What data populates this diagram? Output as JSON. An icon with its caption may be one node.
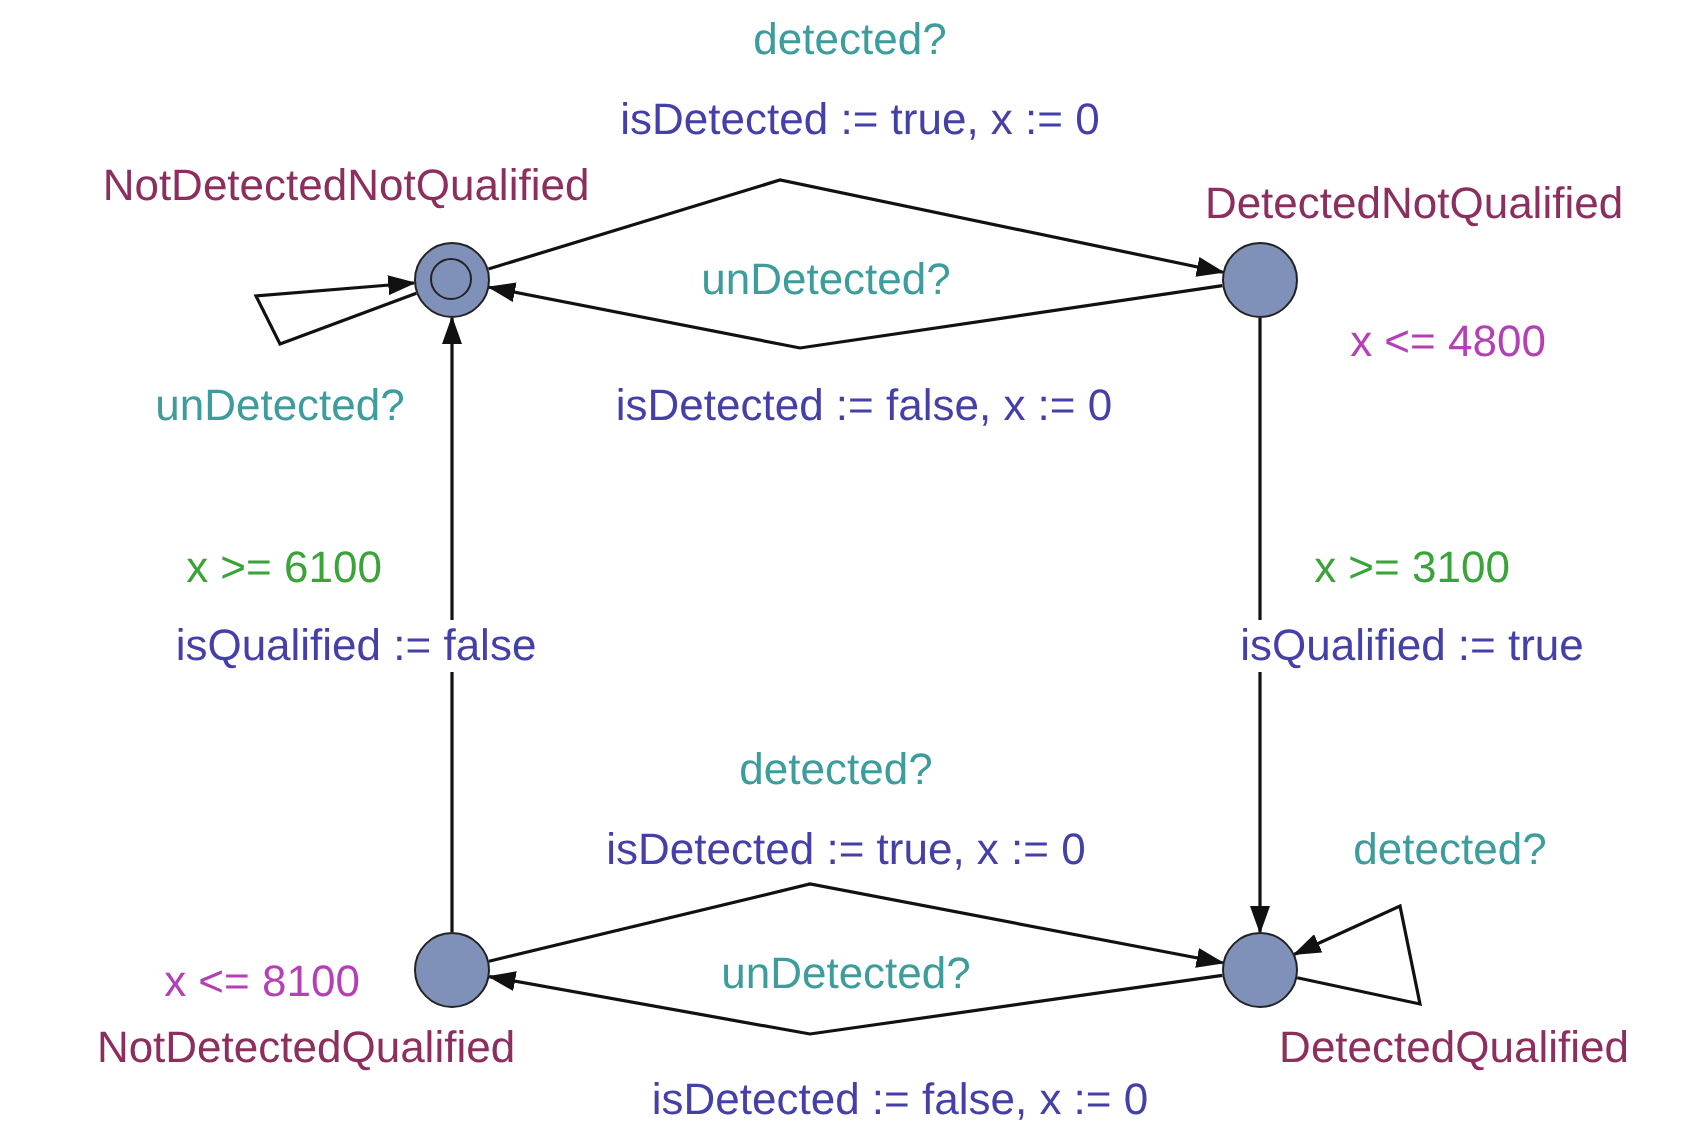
{
  "diagram": {
    "nodes": [
      {
        "text": [
          "NotDetectedNotQualified"
        ]
      },
      {
        "text": [
          "DetectedNotQualified"
        ],
        "beside": [
          "x <= 4800"
        ]
      },
      {
        "text": [
          "NotDetectedQualified"
        ],
        "beside": [
          "x <= 8100"
        ]
      },
      {
        "text": [
          "DetectedQualified"
        ]
      }
    ],
    "edges": [
      {
        "from": 0,
        "to": 1,
        "arrow": "to",
        "label": "detected?"
      },
      {
        "from": 1,
        "to": 0,
        "arrow": "to",
        "label": "unDetected?"
      },
      {
        "from": 0,
        "to": 0,
        "arrow": "to",
        "label": "unDetected?"
      },
      {
        "from": 1,
        "to": 3,
        "arrow": "to",
        "label": "x >= 3100"
      },
      {
        "from": 2,
        "to": 0,
        "arrow": "to",
        "label": "x >= 6100"
      },
      {
        "from": 2,
        "to": 3,
        "arrow": "to",
        "label": "detected?"
      },
      {
        "from": 3,
        "to": 2,
        "arrow": "to",
        "label": "unDetected?"
      },
      {
        "from": 3,
        "to": 3,
        "arrow": "to",
        "label": "detected?"
      }
    ],
    "labels": [
      "isDetected := true, x := 0",
      "isDetected := false, x := 0",
      "isQualified := false",
      "isQualified := true",
      "isDetected := true, x := 0",
      "isDetected := false, x := 0"
    ]
  }
}
